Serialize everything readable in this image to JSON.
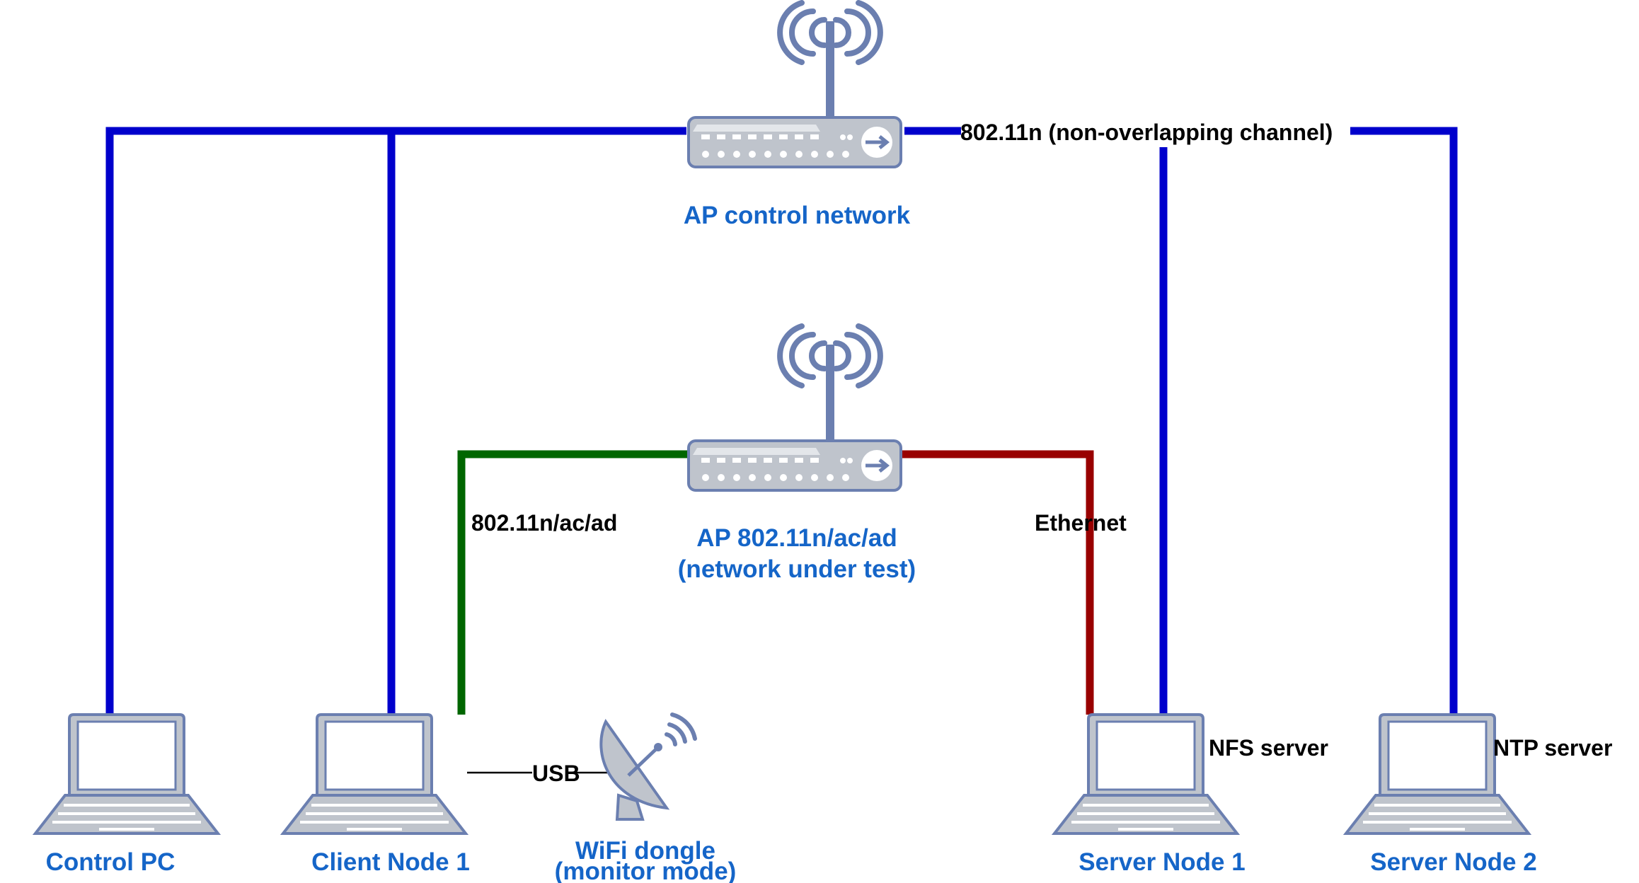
{
  "colors": {
    "control_link": "#0000cc",
    "wifi_test_link": "#006600",
    "ethernet_link": "#990000",
    "usb_link": "#000000",
    "device_label": "#1565c8",
    "device_fill": "#bfc4cc",
    "device_stroke": "#6b7fb0"
  },
  "icons": {
    "router": "router-icon",
    "laptop": "laptop-icon",
    "satellite_dish": "satellite-dish-icon"
  },
  "access_points": {
    "control": {
      "label": "AP control network"
    },
    "test": {
      "label_line1": "AP 802.11n/ac/ad",
      "label_line2": "(network under test)"
    }
  },
  "nodes": {
    "control_pc": {
      "label": "Control PC"
    },
    "client_node_1": {
      "label": "Client Node 1"
    },
    "server_node_1": {
      "label": "Server Node 1",
      "role": "NFS server"
    },
    "server_node_2": {
      "label": "Server Node 2",
      "role": "NTP server"
    }
  },
  "dongle": {
    "label_line1": "WiFi dongle",
    "label_line2": "(monitor mode)"
  },
  "links": {
    "control_network": "802.11n (non-overlapping channel)",
    "wifi_under_test": "802.11n/ac/ad",
    "ethernet": "Ethernet",
    "usb": "USB"
  }
}
